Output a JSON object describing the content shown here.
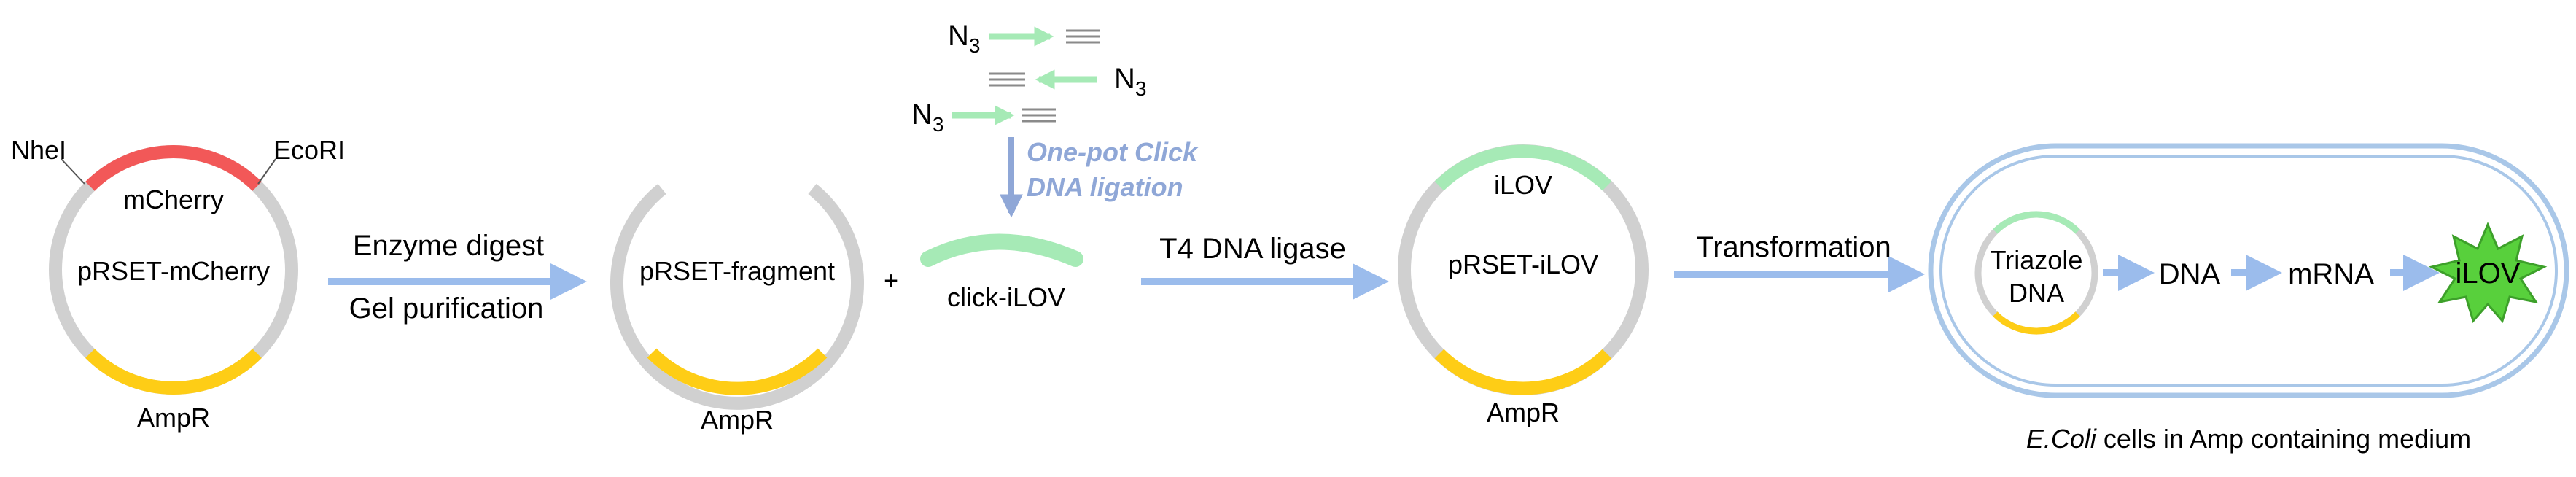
{
  "colors": {
    "backbone": "#d0d0d0",
    "mcherry": "#f25858",
    "ampr": "#fecd16",
    "ilov": "#a6eab6",
    "arrow": "#9bbcec",
    "arrow_note": "#8fa7d7",
    "cell_outline": "#a9c7e8",
    "burst_fill": "#58d03c",
    "burst_stroke": "#3da02a",
    "oligo_bars": "#8a8a8a"
  },
  "plasmid1": {
    "site_left": "NheI",
    "site_right": "EcoRI",
    "insert_label": "mCherry",
    "name": "pRSET-mCherry",
    "resistance": "AmpR"
  },
  "step1": {
    "top_label": "Enzyme digest",
    "bottom_label": "Gel purification"
  },
  "fragment": {
    "name": "pRSET-fragment",
    "resistance": "AmpR"
  },
  "plus_sign": "+",
  "insert": {
    "name": "click-iLOV"
  },
  "oligos": {
    "azide_main": "N",
    "azide_sub": "3"
  },
  "step_click": {
    "line1": "One-pot Click",
    "line2": "DNA ligation"
  },
  "step2": {
    "label": "T4 DNA ligase"
  },
  "plasmid2": {
    "insert_label": "iLOV",
    "name": "pRSET-iLOV",
    "resistance": "AmpR"
  },
  "step3": {
    "label": "Transformation"
  },
  "cell": {
    "plasmid_line1": "Triazole",
    "plasmid_line2": "DNA",
    "flow_dna": "DNA",
    "flow_mrna": "mRNA",
    "flow_product": "iLOV",
    "caption_italic": "E.Coli",
    "caption_rest": " cells in Amp containing medium"
  }
}
